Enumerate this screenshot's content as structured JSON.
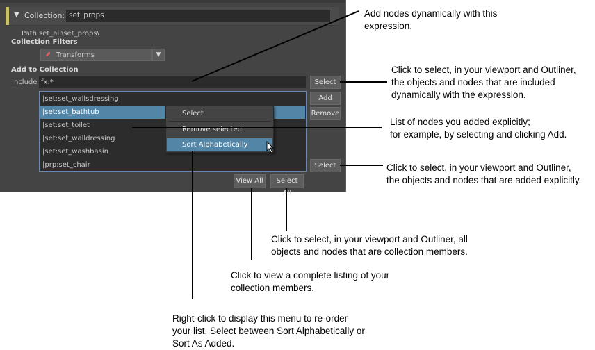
{
  "collection": {
    "label": "Collection:",
    "name": "set_props",
    "path_label": "Path",
    "path_value": "set_all\\set_props\\"
  },
  "filters": {
    "heading": "Collection Filters",
    "selected": "Transforms",
    "icon": "transform-icon"
  },
  "add": {
    "heading": "Add to Collection",
    "include_label": "Include",
    "include_value": "fx:*"
  },
  "buttons": {
    "select_expression": "Select",
    "add": "Add",
    "remove": "Remove",
    "select_explicit": "Select",
    "view_all": "View All",
    "select_all": "Select All"
  },
  "nodes": [
    "|set:set_wallsdressing",
    "|set:set_bathtub",
    "|set:set_toilet",
    "|set:set_walldressing",
    "|set:set_washbasin",
    "|prp:set_chair"
  ],
  "context_menu": {
    "items": [
      "Select",
      "Remove selected",
      "Sort Alphabetically"
    ]
  },
  "annotations": {
    "expression": [
      "Add nodes dynamically with this",
      "expression."
    ],
    "select_expression": [
      "Click to select, in your viewport and Outliner,",
      "the objects and nodes that are included",
      "dynamically with the expression."
    ],
    "list": [
      "List of nodes you added explicitly;",
      "for example, by selecting and clicking Add."
    ],
    "select_explicit": [
      "Click to select, in your viewport and Outliner,",
      "the objects and nodes that are added explicitly."
    ],
    "select_all": [
      "Click to select, in your viewport and Outliner, all",
      "objects and nodes that are collection members."
    ],
    "view_all": [
      "Click to view a complete listing of your",
      "collection members."
    ],
    "context_menu": [
      "Right-click to display this menu to re-order",
      "your list. Select between Sort Alphabetically or",
      "Sort As Added."
    ]
  }
}
